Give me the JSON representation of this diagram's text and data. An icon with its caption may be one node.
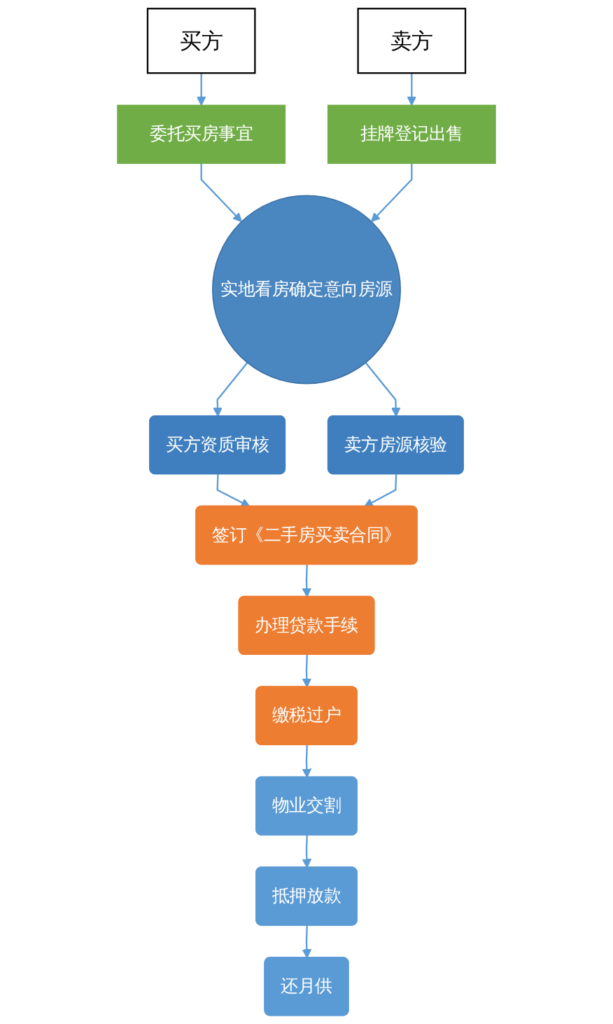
{
  "diagram": {
    "nodes": [
      {
        "text": [
          "买方"
        ]
      },
      {
        "text": [
          "卖方"
        ]
      },
      {
        "text": [
          "委托买房事宜"
        ]
      },
      {
        "text": [
          "挂牌登记出售"
        ]
      },
      {
        "text": [
          "实地看房确定意向房源"
        ]
      },
      {
        "text": [
          "买方资质审核"
        ]
      },
      {
        "text": [
          "卖方房源核验"
        ]
      },
      {
        "text": [
          "签订《二手房买卖合同》"
        ]
      },
      {
        "text": [
          "办理贷款手续"
        ]
      },
      {
        "text": [
          "缴税过户"
        ]
      },
      {
        "text": [
          "物业交割"
        ]
      },
      {
        "text": [
          "抵押放款"
        ]
      },
      {
        "text": [
          "还月供"
        ]
      }
    ],
    "edges": [
      {
        "from": 0,
        "to": 2,
        "arrow": "to"
      },
      {
        "from": 1,
        "to": 3,
        "arrow": "to"
      },
      {
        "from": 2,
        "to": 4,
        "arrow": "to"
      },
      {
        "from": 3,
        "to": 4,
        "arrow": "to"
      },
      {
        "from": 4,
        "to": 5,
        "arrow": "to"
      },
      {
        "from": 4,
        "to": 6,
        "arrow": "to"
      },
      {
        "from": 5,
        "to": 7,
        "arrow": "to"
      },
      {
        "from": 6,
        "to": 7,
        "arrow": "to"
      },
      {
        "from": 7,
        "to": 8,
        "arrow": "to"
      },
      {
        "from": 8,
        "to": 9,
        "arrow": "to"
      },
      {
        "from": 9,
        "to": 10,
        "arrow": "to"
      },
      {
        "from": 10,
        "to": 11,
        "arrow": "to"
      },
      {
        "from": 11,
        "to": 12,
        "arrow": "to"
      }
    ]
  }
}
